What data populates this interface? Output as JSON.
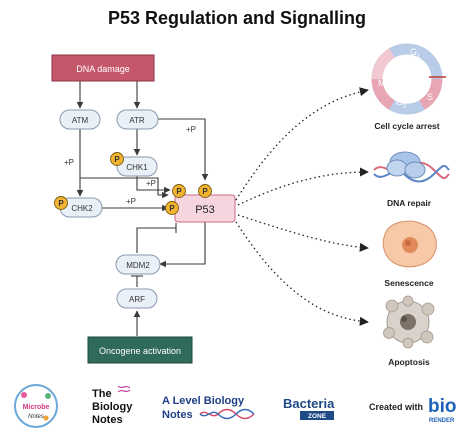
{
  "title": "P53 Regulation and Signalling",
  "nodes": {
    "dna_damage": "DNA damage",
    "atm": "ATM",
    "atr": "ATR",
    "chk1": "CHK1",
    "chk2": "CHK2",
    "p53": "P53",
    "mdm2": "MDM2",
    "arf": "ARF",
    "oncogene": "Oncogene activation",
    "phospho": "P"
  },
  "edge_labels": {
    "atm_plusP": "+P",
    "atr_plusP": "+P",
    "chk1_plusP": "+P",
    "chk2_plusP": "+P"
  },
  "outcomes": {
    "cell_cycle": "Cell cycle arrest",
    "dna_repair": "DNA repair",
    "senescence": "Senescence",
    "apoptosis": "Apoptosis"
  },
  "cell_cycle_phases": {
    "g1": "G",
    "g1_sub": "1",
    "g2": "G",
    "g2_sub": "2",
    "m": "M",
    "s": "S"
  },
  "logos": {
    "microbe_top": "Microbe",
    "microbe_bottom": "Notes",
    "biology_1": "The",
    "biology_2": "Biology",
    "biology_3": "Notes",
    "alevel_1": "A Level Biology",
    "alevel_2": "Notes",
    "bacteria": "Bacteria",
    "bacteria_sub": "ZONE",
    "created_with": "Created with",
    "bio_big": "bio",
    "bio_render": "RENDER"
  },
  "colors": {
    "dna_damage_fill": "#c4586a",
    "oncogene_fill": "#2f6a5b",
    "node_fill": "#eaf0f8",
    "node_stroke": "#8a99ad",
    "p53_fill": "#f6d6de",
    "p53_stroke": "#c86a80",
    "phospho_fill": "#f1b431",
    "arrow": "#3a3a3a"
  }
}
